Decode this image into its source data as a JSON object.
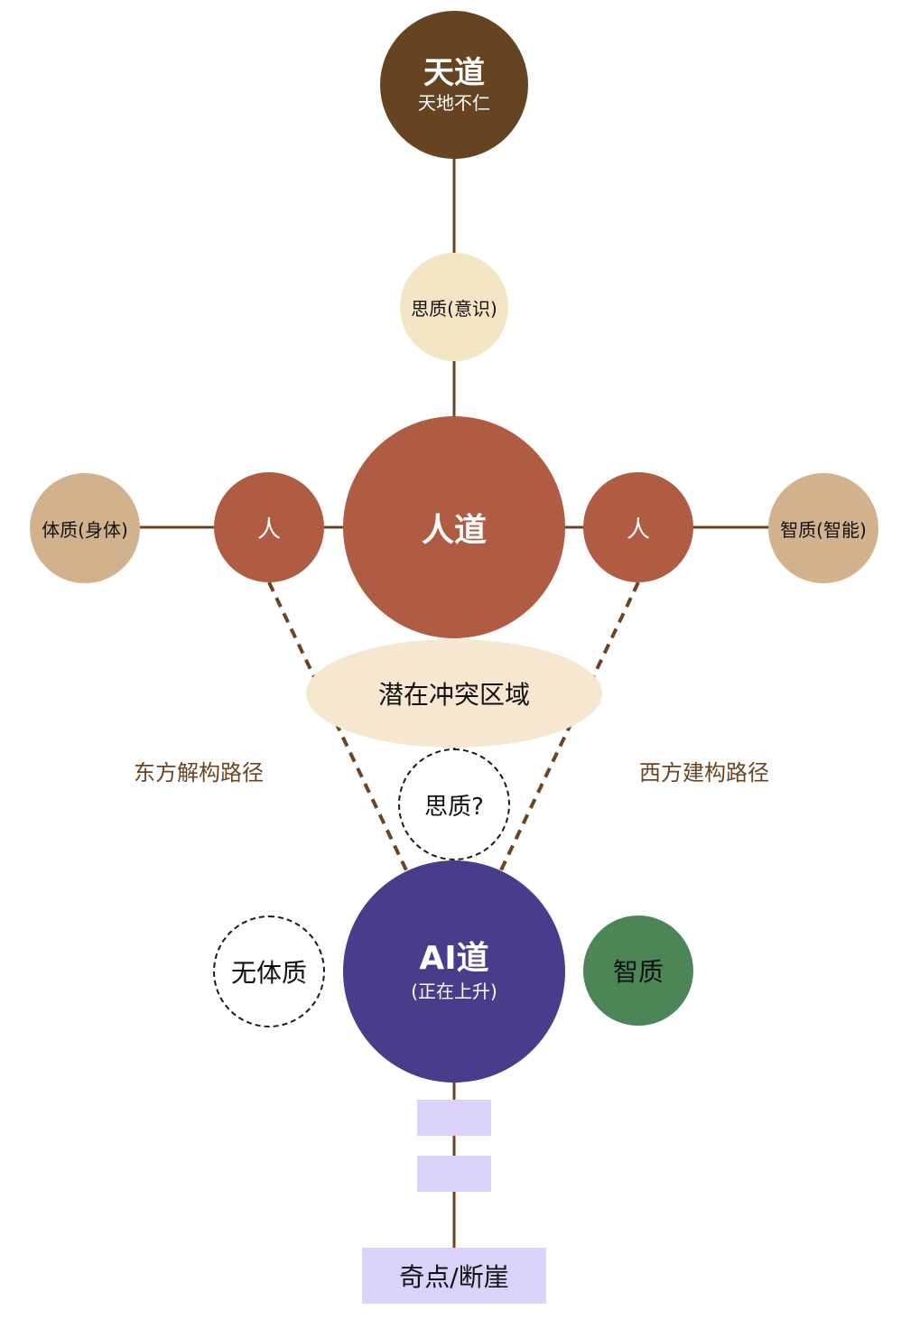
{
  "colors": {
    "line": "#6b4423",
    "tiandao": "#664321",
    "sizhi": "#f4e6c4",
    "rendao": "#b05c42",
    "tizhi": "#d1b28d",
    "conflict": "#f5e7d0",
    "aidao": "#483d8b",
    "zhizhi_ai": "#4d8656",
    "block": "#dbd2fa",
    "path_label": "#6b4423"
  },
  "tiandao": {
    "title": "天道",
    "subtitle": "天地不仁"
  },
  "sizhi": {
    "label": "思质(意识)"
  },
  "rendao": {
    "label": "人道"
  },
  "ren_left": {
    "label": "人"
  },
  "ren_right": {
    "label": "人"
  },
  "tizhi": {
    "label": "体质(身体)"
  },
  "zhizhi": {
    "label": "智质(智能)"
  },
  "conflict": {
    "label": "潜在冲突区域"
  },
  "east_path": {
    "label": "东方解构路径"
  },
  "west_path": {
    "label": "西方建构路径"
  },
  "sizhi_q": {
    "label": "思质?"
  },
  "no_body": {
    "label": "无体质"
  },
  "aidao": {
    "title": "AI道",
    "subtitle": "(正在上升)"
  },
  "ai_zhizhi": {
    "label": "智质"
  },
  "singularity": {
    "label": "奇点/断崖"
  }
}
